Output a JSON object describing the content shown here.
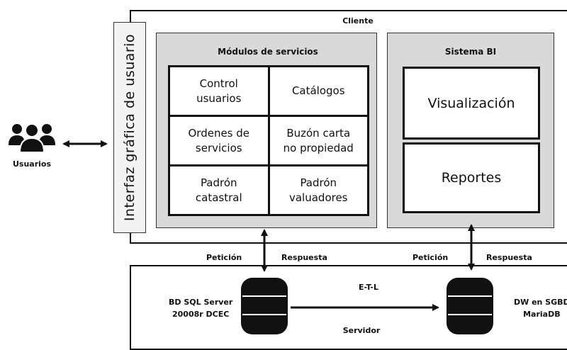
{
  "client": {
    "title": "Cliente"
  },
  "gui": {
    "label": "Interfaz gráfica de usuario"
  },
  "users": {
    "label": "Usuarios"
  },
  "modules": {
    "title": "Módulos de servicios",
    "cells": [
      "Control\nusuarios",
      "Catálogos",
      "Ordenes de\nservicios",
      "Buzón carta\nno propiedad",
      "Padrón\ncatastral",
      "Padrón\nvaluadores"
    ]
  },
  "bi": {
    "title": "Sistema BI",
    "visualization": "Visualización",
    "reports": "Reportes"
  },
  "flow": {
    "request_left": "Petición",
    "response_left": "Respuesta",
    "request_right": "Petición",
    "response_right": "Respuesta"
  },
  "server": {
    "title": "Servidor",
    "etl": "E-T-L",
    "db_sql_line1": "BD SQL Server",
    "db_sql_line2": "20008r DCEC",
    "dw_line1": "DW en SGBD",
    "dw_line2": "MariaDB"
  },
  "colors": {
    "panel_bg": "#d9d9d9",
    "gui_bg": "#f3f3f3",
    "stroke": "#111111"
  }
}
